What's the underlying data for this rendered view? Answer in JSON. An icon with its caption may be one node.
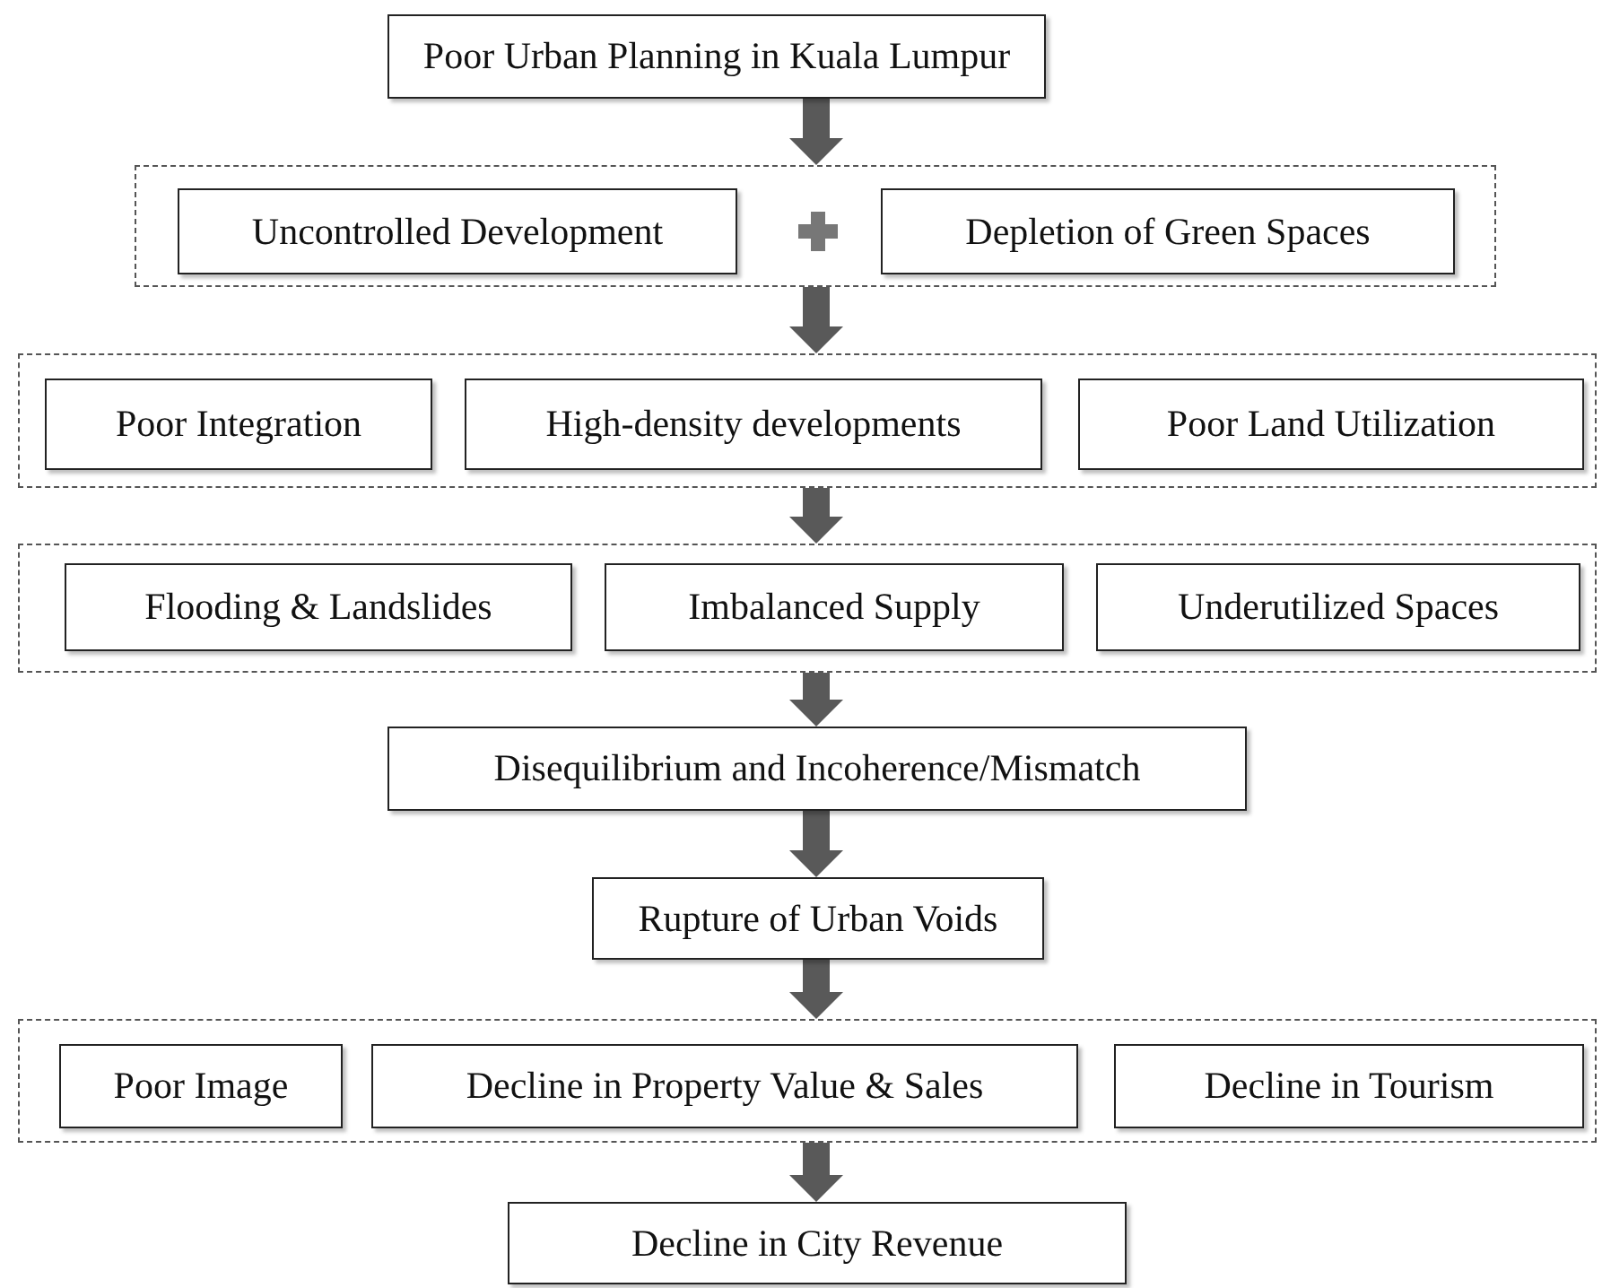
{
  "diagram": {
    "nodes": [
      {
        "text": [
          "Poor Urban Planning in Kuala Lumpur"
        ]
      },
      {
        "text": [],
        "shape": "box"
      },
      {
        "text": [
          "Uncontrolled Development"
        ],
        "in": 1
      },
      {
        "text": [
          "Depletion of Green Spaces"
        ],
        "in": 1
      },
      {
        "text": [],
        "shape": "box"
      },
      {
        "text": [
          "Poor Integration"
        ],
        "in": 4
      },
      {
        "text": [
          "High-density developments"
        ],
        "in": 4
      },
      {
        "text": [
          "Poor Land Utilization"
        ],
        "in": 4
      },
      {
        "text": [],
        "shape": "box"
      },
      {
        "text": [
          "Flooding & Landslides"
        ],
        "in": 8
      },
      {
        "text": [
          "Imbalanced Supply"
        ],
        "in": 8
      },
      {
        "text": [
          "Underutilized Spaces"
        ],
        "in": 8
      },
      {
        "text": [
          "Disequilibrium and Incoherence/Mismatch"
        ]
      },
      {
        "text": [
          "Rupture of Urban Voids"
        ]
      },
      {
        "text": [],
        "shape": "box"
      },
      {
        "text": [
          "Poor Image"
        ],
        "in": 14
      },
      {
        "text": [
          "Decline in Property Value & Sales"
        ],
        "in": 14
      },
      {
        "text": [
          "Decline in Tourism"
        ],
        "in": 14
      },
      {
        "text": [
          "Decline in City Revenue"
        ]
      }
    ],
    "edges": [
      {
        "from": 0,
        "to": 1,
        "arrow": "to"
      },
      {
        "from": 1,
        "to": 4,
        "arrow": "to"
      },
      {
        "from": 4,
        "to": 8,
        "arrow": "to"
      },
      {
        "from": 8,
        "to": 12,
        "arrow": "to"
      },
      {
        "from": 12,
        "to": 13,
        "arrow": "to"
      },
      {
        "from": 13,
        "to": 14,
        "arrow": "to"
      },
      {
        "from": 14,
        "to": 18,
        "arrow": "to"
      }
    ]
  }
}
